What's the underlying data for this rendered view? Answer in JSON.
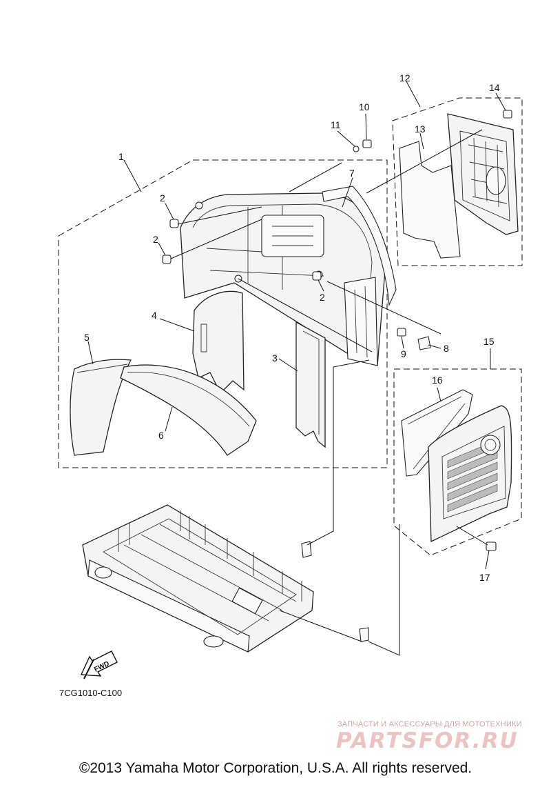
{
  "callouts": {
    "c1": "1",
    "c2a": "2",
    "c2b": "2",
    "c2c": "2",
    "c3": "3",
    "c4": "4",
    "c5": "5",
    "c6": "6",
    "c7": "7",
    "c8": "8",
    "c9": "9",
    "c10": "10",
    "c11": "11",
    "c12": "12",
    "c13": "13",
    "c14": "14",
    "c15": "15",
    "c16": "16",
    "c17": "17"
  },
  "fwd_label": "FWD",
  "diagram_code": "7CG1010-C100",
  "watermark": {
    "tagline": "ЗАПЧАСТИ И АКСЕССУАРЫ ДЛЯ МОТОТЕХНИКИ",
    "logo": "PARTSFOR.RU"
  },
  "copyright": "©2013 Yamaha Motor Corporation, U.S.A. All rights reserved."
}
